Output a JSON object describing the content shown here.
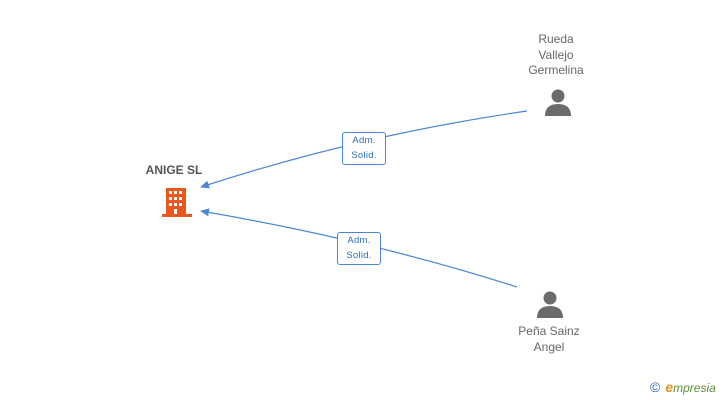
{
  "company": {
    "name": "ANIGE SL",
    "icon": "building-icon",
    "color": "#e8581e"
  },
  "persons": [
    {
      "name_lines": [
        "Rueda",
        "Vallejo",
        "Germelina"
      ],
      "icon": "person-icon"
    },
    {
      "name_lines": [
        "Peña Sainz",
        "Angel"
      ],
      "icon": "person-icon"
    }
  ],
  "edges": [
    {
      "from": "Rueda Vallejo Germelina",
      "to": "ANIGE SL",
      "label_lines": [
        "Adm.",
        "Solid."
      ]
    },
    {
      "from": "Peña Sainz Angel",
      "to": "ANIGE SL",
      "label_lines": [
        "Adm.",
        "Solid."
      ]
    }
  ],
  "colors": {
    "edge": "#4a86d4",
    "person": "#6b6b6b"
  },
  "brand": {
    "copyright": "©",
    "initial": "e",
    "rest": "mpresia"
  }
}
